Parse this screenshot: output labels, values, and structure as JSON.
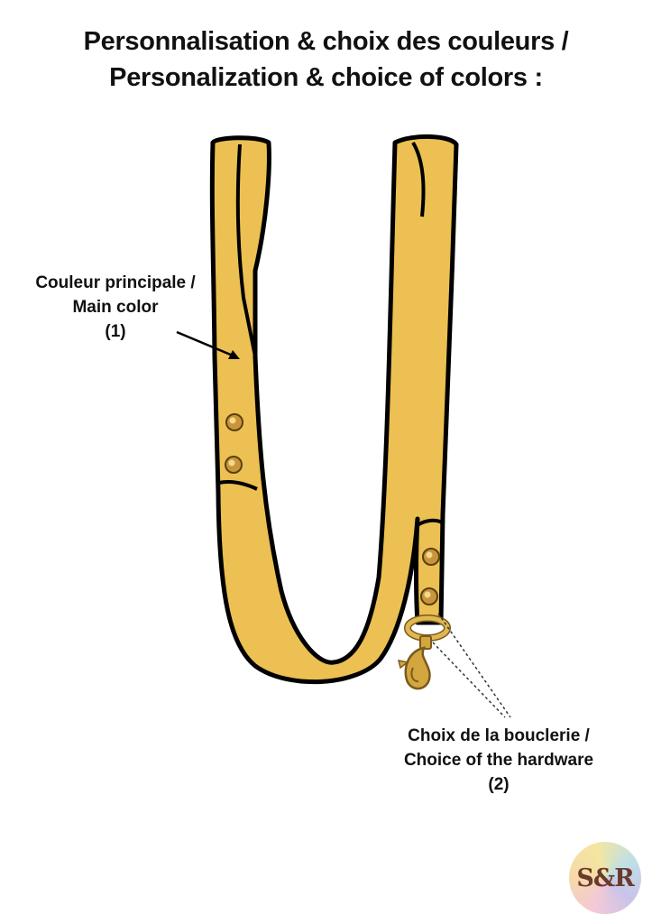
{
  "title": {
    "line1": "Personnalisation & choix des couleurs /",
    "line2": "Personalization & choice of colors :"
  },
  "labels": {
    "main_color": {
      "line1": "Couleur principale /",
      "line2": "Main color",
      "line3": "(1)"
    },
    "hardware": {
      "line1": "Choix de la bouclerie /",
      "line2": "Choice of the hardware",
      "line3": "(2)"
    }
  },
  "logo": {
    "text": "S&R"
  },
  "colors": {
    "strap": "#ecc052",
    "outline": "#000000",
    "hardware": "#d4a640",
    "text": "#111111"
  }
}
